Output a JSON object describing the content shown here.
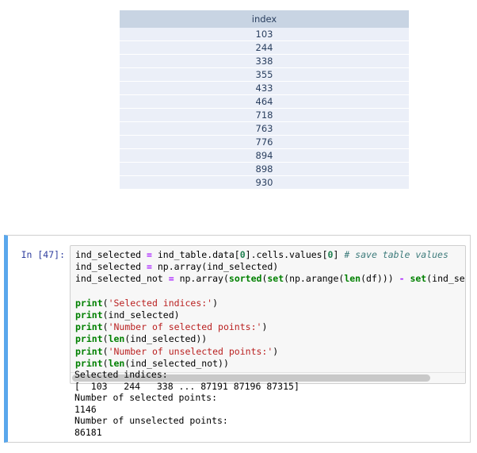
{
  "table_output": {
    "columns": [
      "index"
    ],
    "rows": [
      [
        "103"
      ],
      [
        "244"
      ],
      [
        "338"
      ],
      [
        "355"
      ],
      [
        "433"
      ],
      [
        "464"
      ],
      [
        "718"
      ],
      [
        "763"
      ],
      [
        "776"
      ],
      [
        "894"
      ],
      [
        "898"
      ],
      [
        "930"
      ]
    ],
    "header_color": "#c8d4e3",
    "cell_color": "#ebeff8",
    "text_color": "#2a3f5f"
  },
  "cell": {
    "prompt": "In [47]:",
    "accent_color": "#5aa7ec",
    "code_lines": [
      {
        "segments": [
          {
            "t": "ind_selected ",
            "c": ""
          },
          {
            "t": "=",
            "c": "op"
          },
          {
            "t": " ind_table.data[",
            "c": ""
          },
          {
            "t": "0",
            "c": "num"
          },
          {
            "t": "].cells.values[",
            "c": ""
          },
          {
            "t": "0",
            "c": "num"
          },
          {
            "t": "] ",
            "c": ""
          },
          {
            "t": "# save table values",
            "c": "cmt"
          }
        ]
      },
      {
        "segments": [
          {
            "t": "ind_selected ",
            "c": ""
          },
          {
            "t": "=",
            "c": "op"
          },
          {
            "t": " np.array(ind_selected)",
            "c": ""
          }
        ]
      },
      {
        "segments": [
          {
            "t": "ind_selected_not ",
            "c": ""
          },
          {
            "t": "=",
            "c": "op"
          },
          {
            "t": " np.array(",
            "c": ""
          },
          {
            "t": "sorted",
            "c": "bi"
          },
          {
            "t": "(",
            "c": ""
          },
          {
            "t": "set",
            "c": "bi"
          },
          {
            "t": "(np.arange(",
            "c": ""
          },
          {
            "t": "len",
            "c": "bi"
          },
          {
            "t": "(df))) ",
            "c": ""
          },
          {
            "t": "-",
            "c": "op"
          },
          {
            "t": " ",
            "c": ""
          },
          {
            "t": "set",
            "c": "bi"
          },
          {
            "t": "(ind_selec",
            "c": ""
          }
        ]
      },
      {
        "segments": []
      },
      {
        "segments": [
          {
            "t": "print",
            "c": "bi"
          },
          {
            "t": "(",
            "c": ""
          },
          {
            "t": "'Selected indices:'",
            "c": "str"
          },
          {
            "t": ")",
            "c": ""
          }
        ]
      },
      {
        "segments": [
          {
            "t": "print",
            "c": "bi"
          },
          {
            "t": "(ind_selected)",
            "c": ""
          }
        ]
      },
      {
        "segments": [
          {
            "t": "print",
            "c": "bi"
          },
          {
            "t": "(",
            "c": ""
          },
          {
            "t": "'Number of selected points:'",
            "c": "str"
          },
          {
            "t": ")",
            "c": ""
          }
        ]
      },
      {
        "segments": [
          {
            "t": "print",
            "c": "bi"
          },
          {
            "t": "(",
            "c": ""
          },
          {
            "t": "len",
            "c": "bi"
          },
          {
            "t": "(ind_selected))",
            "c": ""
          }
        ]
      },
      {
        "segments": [
          {
            "t": "print",
            "c": "bi"
          },
          {
            "t": "(",
            "c": ""
          },
          {
            "t": "'Number of unselected points:'",
            "c": "str"
          },
          {
            "t": ")",
            "c": ""
          }
        ]
      },
      {
        "segments": [
          {
            "t": "print",
            "c": "bi"
          },
          {
            "t": "(",
            "c": ""
          },
          {
            "t": "len",
            "c": "bi"
          },
          {
            "t": "(ind_selected_not))",
            "c": ""
          }
        ]
      }
    ],
    "output_lines": [
      "Selected indices:",
      "[  103   244   338 ... 87191 87196 87315]",
      "Number of selected points:",
      "1146",
      "Number of unselected points:",
      "86181"
    ]
  }
}
